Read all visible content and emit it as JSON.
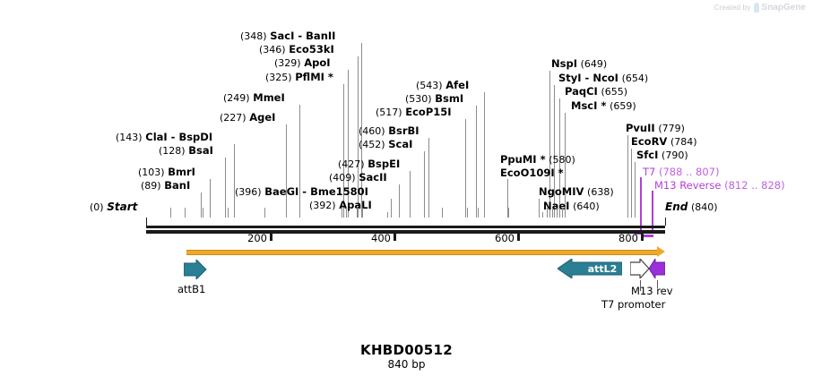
{
  "watermark": {
    "prefix": "Created by",
    "brand": "SnapGene",
    "logo_icon": "snapgene-logo-icon"
  },
  "title": "KHBD00512",
  "length_label": "840 bp",
  "sequence": {
    "length": 840,
    "start_pos": "(0)",
    "start_label": "Start",
    "end_pos": "(840)",
    "end_label": "End"
  },
  "ruler": {
    "ticks": [
      "200",
      "400",
      "600",
      "800"
    ],
    "tick_values": [
      200,
      400,
      600,
      800
    ],
    "range": [
      0,
      840
    ]
  },
  "enzymes": [
    {
      "pos": "(348)",
      "name": "SacI  -  BanII",
      "site": 348
    },
    {
      "pos": "(346)",
      "name": "Eco53kI",
      "site": 346
    },
    {
      "pos": "(329)",
      "name": "ApoI",
      "site": 329
    },
    {
      "pos": "(325)",
      "name": "PflMI *",
      "site": 325
    },
    {
      "pos": "(249)",
      "name": "MmeI",
      "site": 249
    },
    {
      "pos": "(227)",
      "name": "AgeI",
      "site": 227
    },
    {
      "pos": "(143)",
      "name": "ClaI  -  BspDI",
      "site": 143
    },
    {
      "pos": "(128)",
      "name": "BsaI",
      "site": 128
    },
    {
      "pos": "(103)",
      "name": "BmrI",
      "site": 103
    },
    {
      "pos": "(89)",
      "name": "BanI",
      "site": 89
    },
    {
      "pos": "(396)",
      "name": "BaeGI  -  Bme1580I",
      "site": 396
    },
    {
      "pos": "(392)",
      "name": "ApaLI",
      "site": 392
    },
    {
      "pos": "(409)",
      "name": "SacII",
      "site": 409
    },
    {
      "pos": "(427)",
      "name": "BspEI",
      "site": 427
    },
    {
      "pos": "(452)",
      "name": "ScaI",
      "site": 452
    },
    {
      "pos": "(460)",
      "name": "BsrBI",
      "site": 460
    },
    {
      "pos": "(517)",
      "name": "EcoP15I",
      "site": 517
    },
    {
      "pos": "(530)",
      "name": "BsmI",
      "site": 530
    },
    {
      "pos": "(543)",
      "name": "AfeI",
      "site": 543
    },
    {
      "pos": "(580)",
      "name": "PpuMI *",
      "site": 580
    },
    {
      "pos": "",
      "name": "EcoO109I *",
      "site": 580
    },
    {
      "pos": "(638)",
      "name": "NgoMIV",
      "site": 638
    },
    {
      "pos": "(640)",
      "name": "NaeI",
      "site": 640
    },
    {
      "pos": "(649)",
      "name": "NspI",
      "site": 649
    },
    {
      "pos": "(654)",
      "name": "StyI  -  NcoI",
      "site": 654
    },
    {
      "pos": "(655)",
      "name": "PaqCI",
      "site": 655
    },
    {
      "pos": "(659)",
      "name": "MscI *",
      "site": 659
    },
    {
      "pos": "(779)",
      "name": "PvuII",
      "site": 779
    },
    {
      "pos": "(784)",
      "name": "EcoRV",
      "site": 784
    },
    {
      "pos": "(790)",
      "name": "SfcI",
      "site": 790
    }
  ],
  "labels_left": [
    {
      "pos": "(249)",
      "name": "MmeI"
    },
    {
      "pos": "(227)",
      "name": "AgeI"
    },
    {
      "pos": "(143)",
      "name": "ClaI  -  BspDI"
    },
    {
      "pos": "(128)",
      "name": "BsaI"
    },
    {
      "pos": "(103)",
      "name": "BmrI"
    },
    {
      "pos": "(89)",
      "name": "BanI"
    }
  ],
  "labels_topleft": [
    {
      "pos": "(348)",
      "name": "SacI  -  BanII"
    },
    {
      "pos": "(346)",
      "name": "Eco53kI"
    },
    {
      "pos": "(329)",
      "name": "ApoI"
    },
    {
      "pos": "(325)",
      "name": "PflMI *"
    }
  ],
  "labels_mid": [
    {
      "pos": "(543)",
      "name": "AfeI"
    },
    {
      "pos": "(530)",
      "name": "BsmI"
    },
    {
      "pos": "(517)",
      "name": "EcoP15I"
    },
    {
      "pos": "(460)",
      "name": "BsrBI"
    },
    {
      "pos": "(452)",
      "name": "ScaI"
    },
    {
      "pos": "(427)",
      "name": "BspEI"
    },
    {
      "pos": "(409)",
      "name": "SacII"
    },
    {
      "pos": "(396)",
      "name": "BaeGI  -  Bme1580I"
    },
    {
      "pos": "(392)",
      "name": "ApaLI"
    }
  ],
  "labels_right": [
    {
      "pos": "(649)",
      "name": "NspI"
    },
    {
      "pos": "(654)",
      "name": "StyI  -  NcoI"
    },
    {
      "pos": "(655)",
      "name": "PaqCI"
    },
    {
      "pos": "(659)",
      "name": "MscI *"
    },
    {
      "pos": "(779)",
      "name": "PvuII"
    },
    {
      "pos": "(784)",
      "name": "EcoRV"
    },
    {
      "pos": "(790)",
      "name": "SfcI"
    },
    {
      "pos": "(580)",
      "name": "PpuMI *"
    },
    {
      "pos": "",
      "name": "EcoO109I *"
    },
    {
      "pos": "(638)",
      "name": "NgoMIV"
    },
    {
      "pos": "(640)",
      "name": "NaeI"
    }
  ],
  "primers": [
    {
      "name": "T7",
      "range": "(788 .. 807)",
      "color": "#b23fd6"
    },
    {
      "name": "M13 Reverse",
      "range": "(812 .. 828)",
      "color": "#b23fd6"
    }
  ],
  "features": [
    {
      "name": "attB1",
      "label_inside": "",
      "caption": "attB1",
      "direction": "right",
      "color": "#2b7f95",
      "text_color": "#ffffff"
    },
    {
      "name": "attL2",
      "label_inside": "attL2",
      "caption": "",
      "direction": "left",
      "color": "#2b7f95",
      "text_color": "#ffffff"
    },
    {
      "name": "T7 promoter",
      "label_inside": "",
      "caption": "T7 promoter",
      "direction": "right",
      "color": "#ffffff",
      "text_color": "#000000"
    },
    {
      "name": "M13 rev",
      "label_inside": "",
      "caption": "M13 rev",
      "direction": "left",
      "color": "#9b30d9",
      "text_color": "#ffffff"
    }
  ],
  "colors": {
    "accent_orange": "#f0a92b",
    "feature_teal": "#2b7f95",
    "primer_purple": "#b23fd6",
    "backbone_black": "#1a1a1a",
    "tick_gray": "#8c8c8c"
  }
}
